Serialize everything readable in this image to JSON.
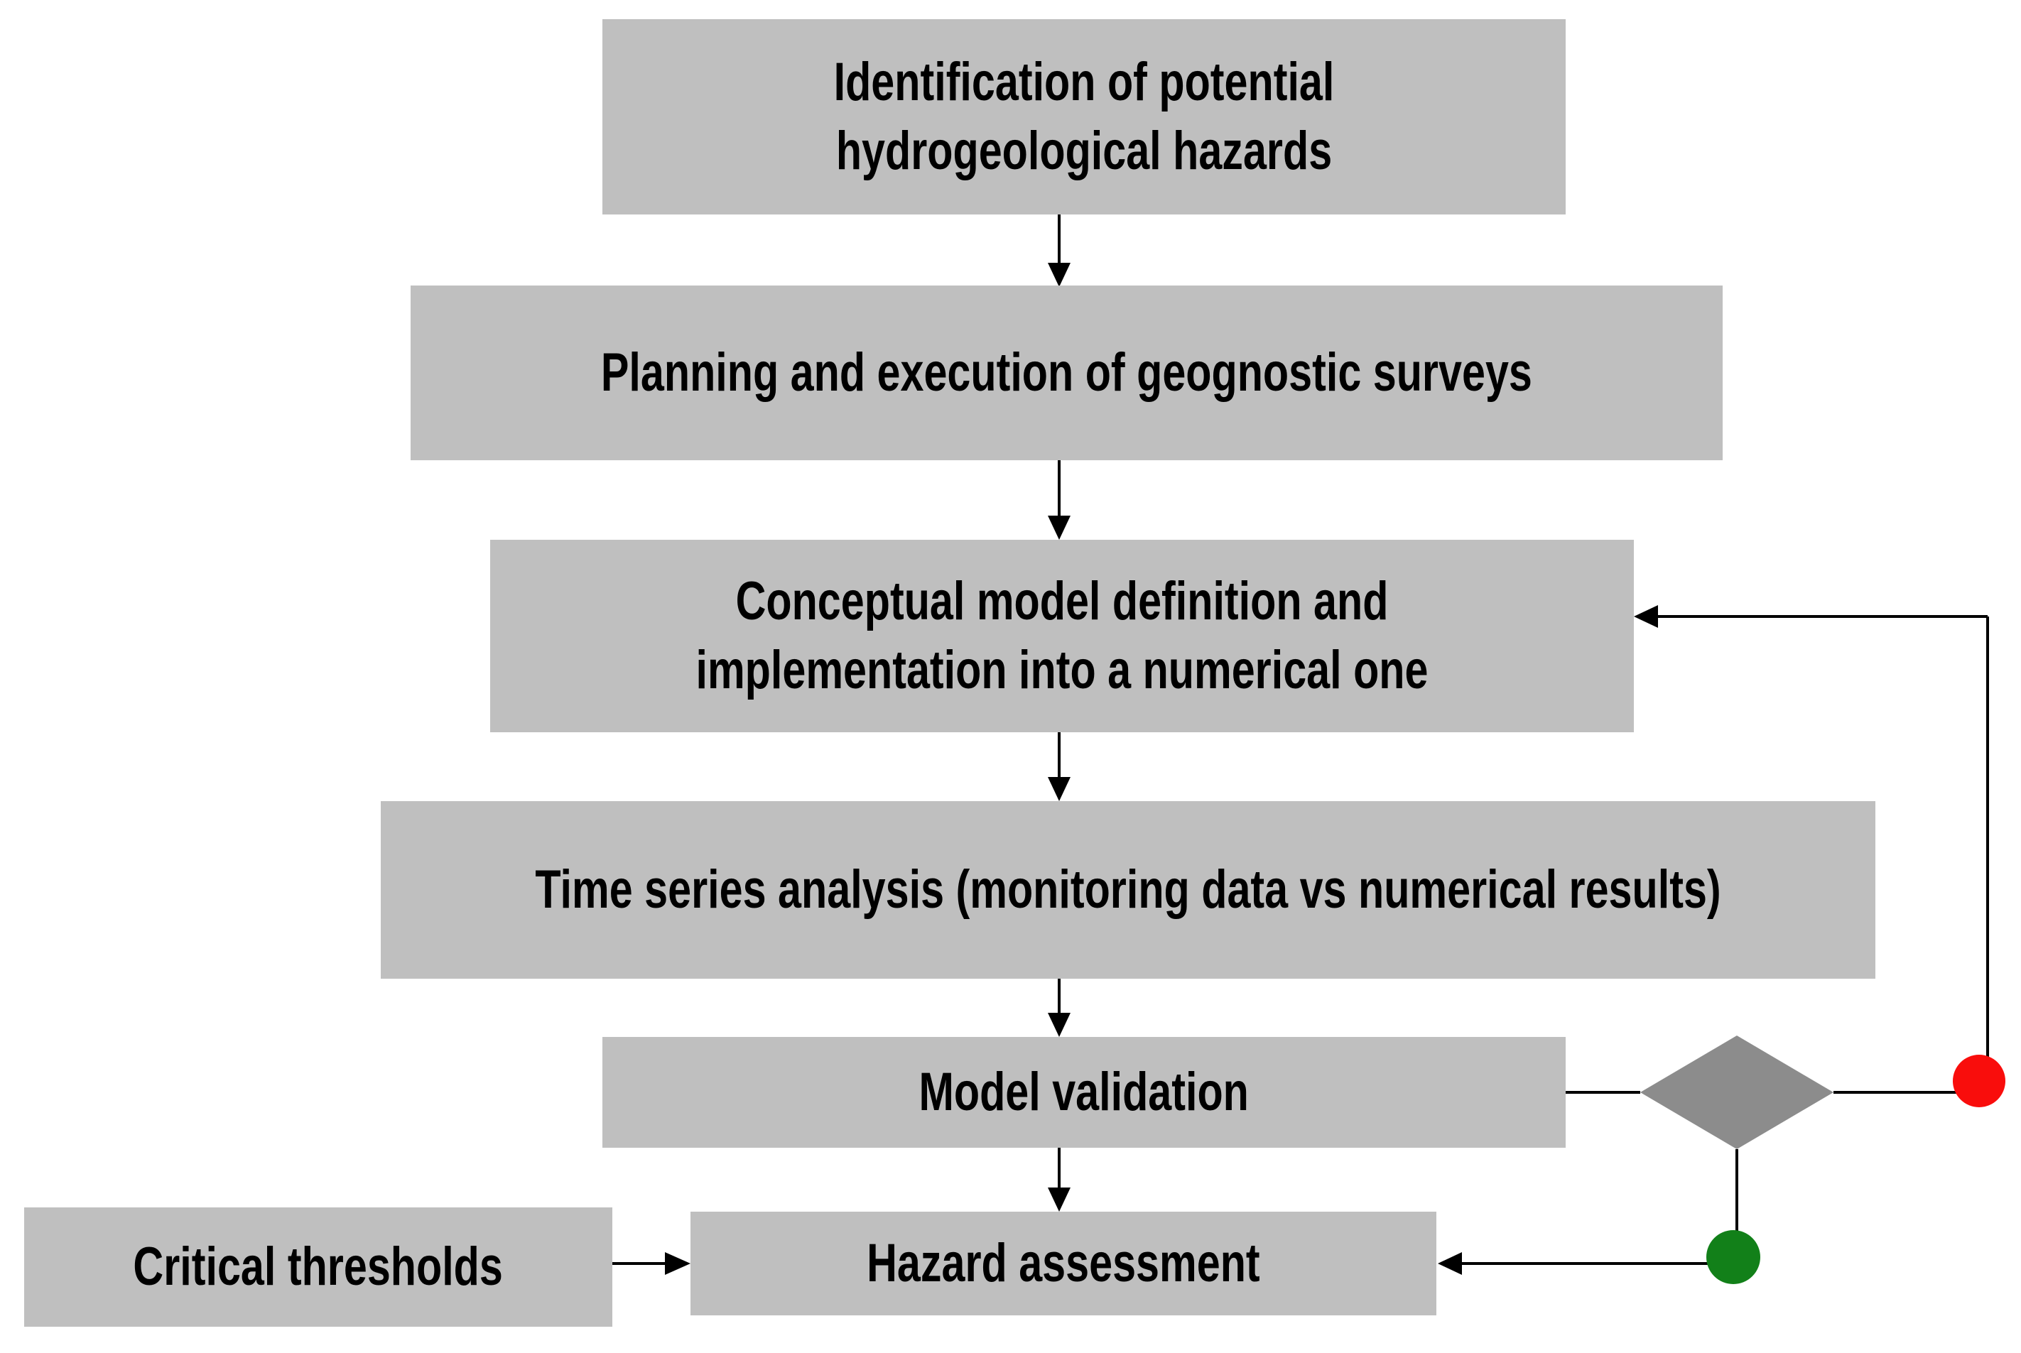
{
  "nodes": {
    "identification": {
      "label": "Identification of potential hydrogeological hazards"
    },
    "planning": {
      "label": "Planning and execution of geognostic surveys"
    },
    "conceptual": {
      "label": "Conceptual model definition and implementation into a numerical one"
    },
    "time_series": {
      "label": "Time series analysis (monitoring data vs numerical results)"
    },
    "model_validation": {
      "label": "Model validation"
    },
    "critical_thresholds": {
      "label": "Critical thresholds"
    },
    "hazard_assessment": {
      "label": "Hazard assessment"
    }
  },
  "icons": {
    "decision": "decision-diamond-icon",
    "fail": "red-circle-icon",
    "pass": "green-circle-icon"
  },
  "colors": {
    "background": "#ffffff",
    "node_fill": "#bfbfbf",
    "node_text": "#000000",
    "connector": "#000000",
    "decision_fill": "#8c8c8c",
    "fail": "#f90d0c",
    "pass": "#128019"
  }
}
